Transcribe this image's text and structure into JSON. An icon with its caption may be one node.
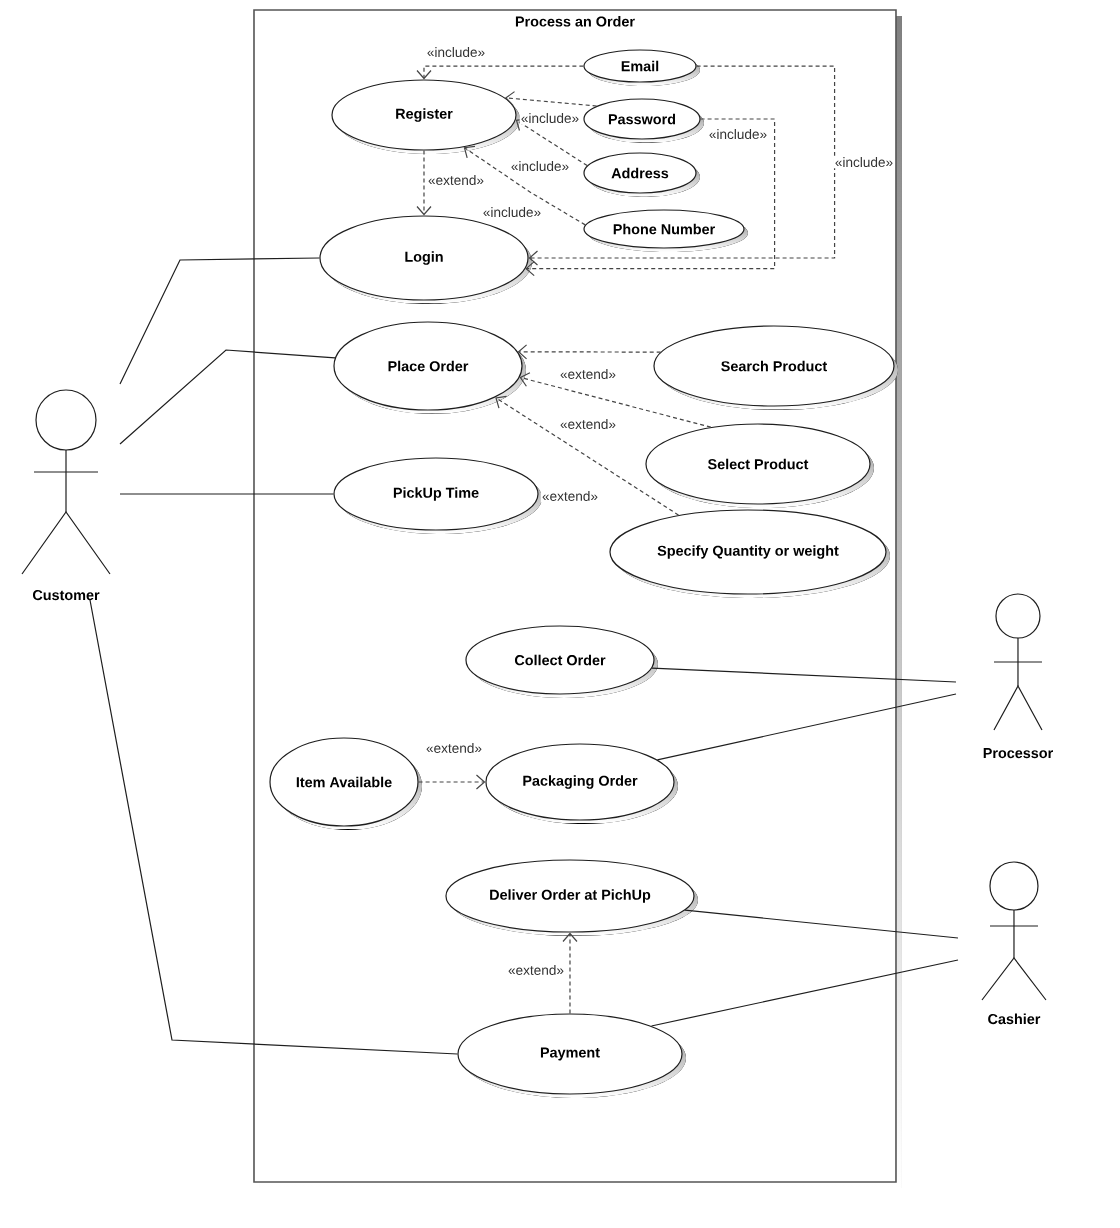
{
  "diagram": {
    "nodes": [
      {
        "text": [
          "Process an Order"
        ]
      },
      {
        "text": [
          "Register"
        ],
        "in": 0
      },
      {
        "text": [
          "Email"
        ],
        "in": 0
      },
      {
        "text": [
          "Password"
        ],
        "in": 0
      },
      {
        "text": [
          "Address"
        ],
        "in": 0
      },
      {
        "text": [
          "Phone Number"
        ],
        "in": 0
      },
      {
        "text": [
          "Login"
        ],
        "in": 0
      },
      {
        "text": [
          "Place Order"
        ],
        "in": 0
      },
      {
        "text": [
          "Search Product"
        ],
        "in": 0
      },
      {
        "text": [
          "Select Product"
        ],
        "in": 0
      },
      {
        "text": [
          "PickUp Time"
        ],
        "in": 0
      },
      {
        "text": [
          "Specify Quantity or weight"
        ],
        "in": 0
      },
      {
        "text": [
          "Collect Order"
        ],
        "in": 0
      },
      {
        "text": [
          "Item Available"
        ],
        "in": 0
      },
      {
        "text": [
          "Packaging Order"
        ],
        "in": 0
      },
      {
        "text": [
          "Deliver Order at PichUp"
        ],
        "in": 0
      },
      {
        "text": [
          "Payment"
        ],
        "in": 0
      },
      {
        "text": [
          "Customer"
        ]
      },
      {
        "text": [
          "Processor"
        ]
      },
      {
        "text": [
          "Cashier"
        ]
      }
    ],
    "edges": [
      {
        "from": 2,
        "to": 1,
        "arrow": "to",
        "label": "«include»",
        "style": "dashed"
      },
      {
        "from": 3,
        "to": 1,
        "arrow": "to",
        "label": "«include»",
        "style": "dashed"
      },
      {
        "from": 4,
        "to": 1,
        "arrow": "to",
        "label": "«include»",
        "style": "dashed"
      },
      {
        "from": 5,
        "to": 1,
        "arrow": "to",
        "label": "«include»",
        "style": "dashed"
      },
      {
        "from": 1,
        "to": 6,
        "arrow": "to",
        "label": "«extend»",
        "style": "dashed"
      },
      {
        "from": 2,
        "to": 6,
        "arrow": "to",
        "label": "«include»",
        "style": "dashed"
      },
      {
        "from": 3,
        "to": 6,
        "arrow": "to",
        "label": "«include»",
        "style": "dashed"
      },
      {
        "from": 17,
        "to": 6,
        "arrow": "none"
      },
      {
        "from": 17,
        "to": 7,
        "arrow": "none"
      },
      {
        "from": 17,
        "to": 10,
        "arrow": "none"
      },
      {
        "from": 8,
        "to": 7,
        "arrow": "to",
        "label": "«extend»",
        "style": "dashed"
      },
      {
        "from": 9,
        "to": 7,
        "arrow": "to",
        "label": "«extend»",
        "style": "dashed"
      },
      {
        "from": 11,
        "to": 7,
        "arrow": "to",
        "label": "«extend»",
        "style": "dashed"
      },
      {
        "from": 18,
        "to": 12,
        "arrow": "none"
      },
      {
        "from": 13,
        "to": 14,
        "arrow": "to",
        "label": "«extend»",
        "style": "dashed"
      },
      {
        "from": 18,
        "to": 14,
        "arrow": "none"
      },
      {
        "from": 19,
        "to": 15,
        "arrow": "none"
      },
      {
        "from": 16,
        "to": 15,
        "arrow": "to",
        "label": "«extend»",
        "style": "dashed"
      },
      {
        "from": 17,
        "to": 16,
        "arrow": "none"
      },
      {
        "from": 19,
        "to": 16,
        "arrow": "none"
      }
    ]
  }
}
